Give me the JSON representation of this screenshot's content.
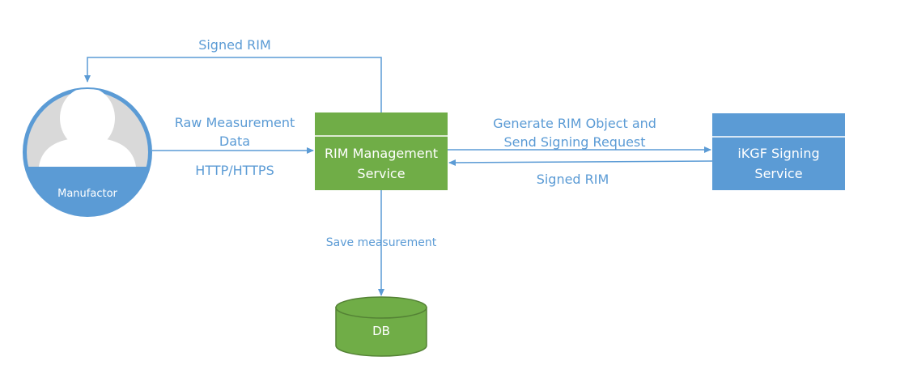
{
  "colors": {
    "arrow": "#5b9bd5",
    "green": "#70ad47",
    "blue": "#5b9bd5",
    "avatar_bg": "#d9d9d9"
  },
  "actors": {
    "manufactor": {
      "label": "Manufactor",
      "icon": "user-avatar-icon"
    }
  },
  "nodes": {
    "rim_service": {
      "line1": "RIM Management",
      "line2": "Service"
    },
    "ikgf_service": {
      "line1": "iKGF Signing",
      "line2": "Service"
    },
    "db": {
      "label": "DB"
    }
  },
  "edges": {
    "signed_rim_top": "Signed RIM",
    "raw_measurement_line1": "Raw Measurement",
    "raw_measurement_line2": "Data",
    "protocol": "HTTP/HTTPS",
    "generate_line1": "Generate RIM Object and",
    "generate_line2": "Send Signing Request",
    "signed_rim_right": "Signed RIM",
    "save_measurement": "Save measurement"
  }
}
